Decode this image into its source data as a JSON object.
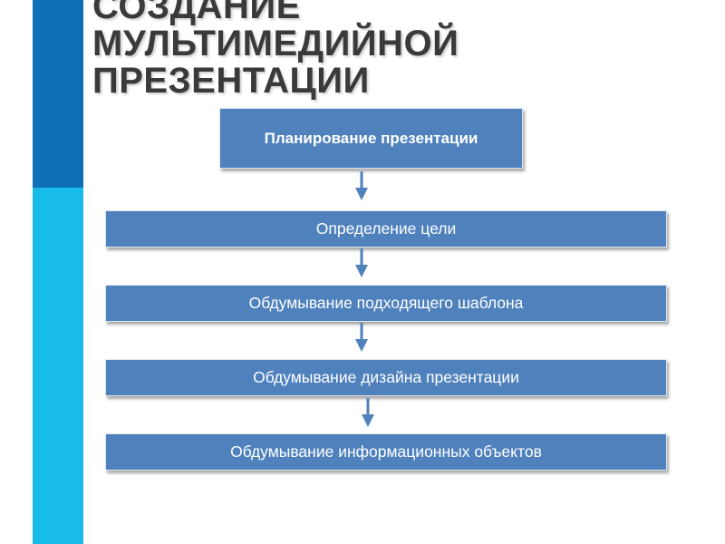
{
  "title": {
    "lines": [
      "СОЗДАНИЕ",
      "МУЛЬТИМЕДИЙНОЙ",
      "ПРЕЗЕНТАЦИИ"
    ]
  },
  "diagram": {
    "root": "Планирование презентации",
    "steps": [
      "Определение цели",
      "Обдумывание подходящего шаблона",
      "Обдумывание дизайна презентации",
      "Обдумывание информационных объектов"
    ]
  },
  "colors": {
    "sidebar_dark": "#0e6fb6",
    "sidebar_light": "#17bde8",
    "box_fill": "#4f81bd",
    "arrow": "#4f81bd",
    "title_text": "#3a3a3a"
  }
}
